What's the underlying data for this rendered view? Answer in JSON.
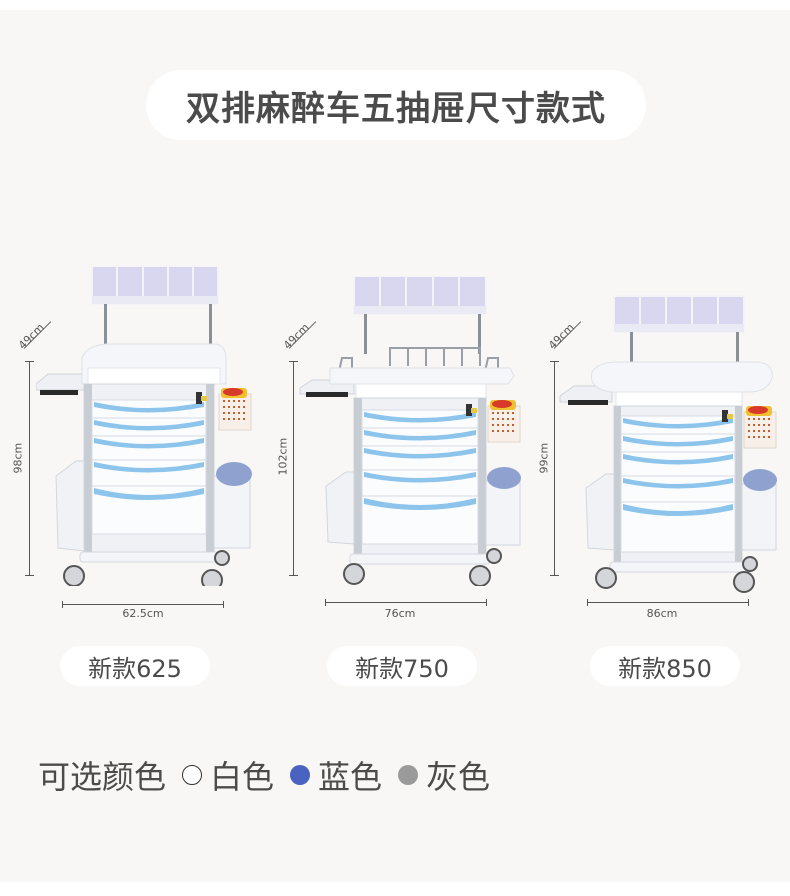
{
  "header": {
    "title": "双排麻醉车五抽屉尺寸款式"
  },
  "products": [
    {
      "model_label": "新款625",
      "height_label": "98cm",
      "depth_label": "49cm",
      "width_label": "62.5cm",
      "variant": "standard-tray"
    },
    {
      "model_label": "新款750",
      "height_label": "102cm",
      "depth_label": "49cm",
      "width_label": "76cm",
      "variant": "guardrail-tray"
    },
    {
      "model_label": "新款850",
      "height_label": "99cm",
      "depth_label": "49cm",
      "width_label": "86cm",
      "variant": "wide-tray"
    }
  ],
  "colors": {
    "label": "可选颜色",
    "options": [
      {
        "name": "白色",
        "hex": "#ffffff"
      },
      {
        "name": "蓝色",
        "hex": "#4a63c0"
      },
      {
        "name": "灰色",
        "hex": "#9a9a9a"
      }
    ]
  },
  "palette": {
    "background": "#f8f7f5",
    "pill": "#ffffff",
    "text": "#4b4b4b",
    "drawer_accent": "#8cc4ec"
  }
}
